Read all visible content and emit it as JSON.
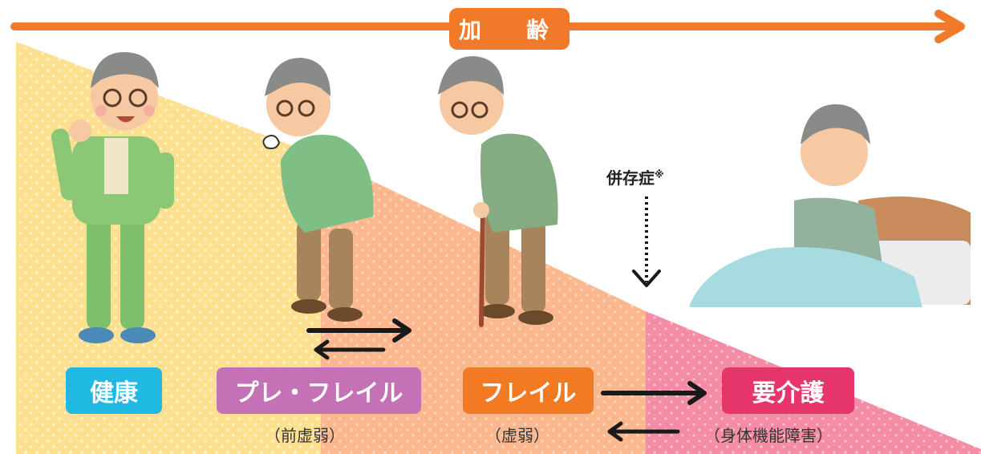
{
  "header": {
    "title": "加　齢"
  },
  "stages": [
    {
      "label": "健康",
      "color": "#1fb9e2"
    },
    {
      "label": "プレ・フレイル",
      "sub": "（前虚弱）",
      "color": "#c472b5"
    },
    {
      "label": "フレイル",
      "sub": "（虚弱）",
      "color": "#f27a22"
    },
    {
      "label": "要介護",
      "sub": "（身体機能障害）",
      "color": "#e5356b"
    }
  ],
  "comorbidity": {
    "label": "併存症",
    "mark": "※"
  },
  "colors": {
    "arrow_orange": "#f07a2a",
    "zone_yellow": "#fde08f",
    "zone_peach": "#fbb88f",
    "zone_pink": "#f58ca6",
    "arrow_dark": "#1a1a1a"
  }
}
